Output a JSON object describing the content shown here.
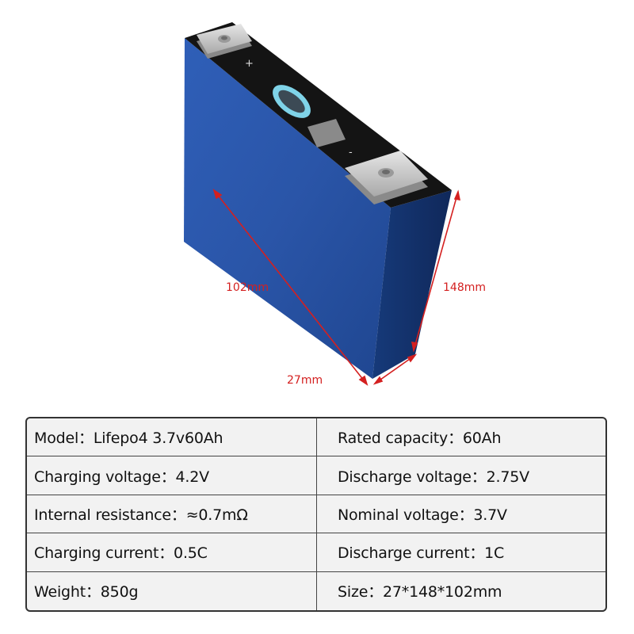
{
  "dimensions": {
    "length": "102mm",
    "height": "148mm",
    "thickness": "27mm"
  },
  "terminals": {
    "positive": "+",
    "negative": "-"
  },
  "colors": {
    "dimension_label": "#d42020",
    "cell_body": "#2a55a8",
    "table_background": "#f2f2f2"
  },
  "specs": [
    {
      "left": "Model：Lifepo4 3.7v60Ah",
      "right": "Rated capacity：60Ah"
    },
    {
      "left": "Charging voltage：4.2V",
      "right": "Discharge voltage：2.75V"
    },
    {
      "left": "Internal resistance：≈0.7mΩ",
      "right": "Nominal voltage：3.7V"
    },
    {
      "left": "Charging current：0.5C",
      "right": "Discharge current：1C"
    },
    {
      "left": "Weight：850g",
      "right": "Size：27*148*102mm"
    }
  ]
}
